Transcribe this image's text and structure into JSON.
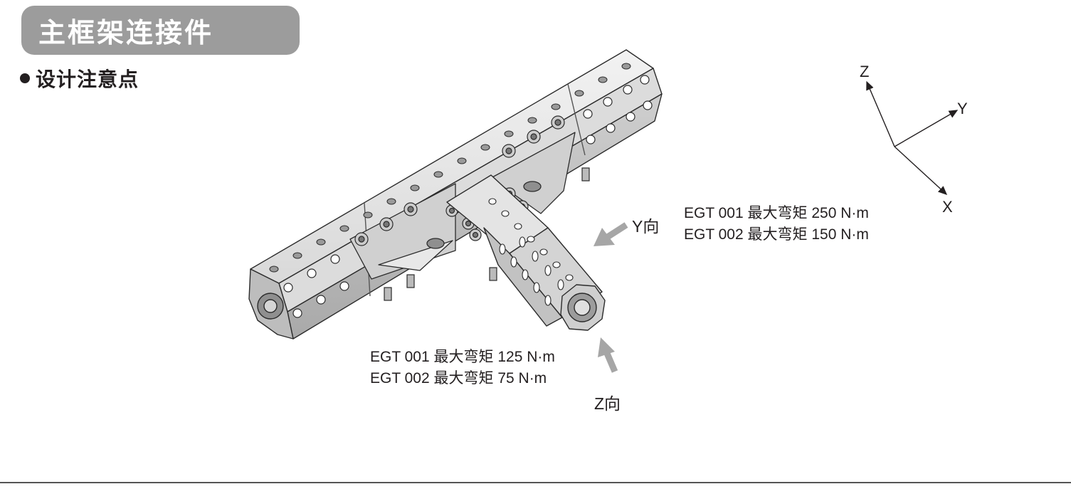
{
  "header": {
    "title": "主框架连接件"
  },
  "section": {
    "heading": "设计注意点"
  },
  "axes": {
    "z": "Z",
    "y": "Y",
    "x": "X"
  },
  "y_direction": {
    "label": "Y向",
    "specs": [
      "EGT 001 最大弯矩 250 N·m",
      "EGT 002 最大弯矩 150 N·m"
    ]
  },
  "z_direction": {
    "label": "Z向",
    "specs": [
      "EGT 001 最大弯矩 125 N·m",
      "EGT 002 最大弯矩 75 N·m"
    ]
  },
  "colors": {
    "title_bg": "#9c9c9c",
    "arrow": "#a6a6a6",
    "metal_light": "#e6e6e6",
    "metal_mid": "#c8c8c8",
    "metal_dark": "#9a9a9a"
  }
}
